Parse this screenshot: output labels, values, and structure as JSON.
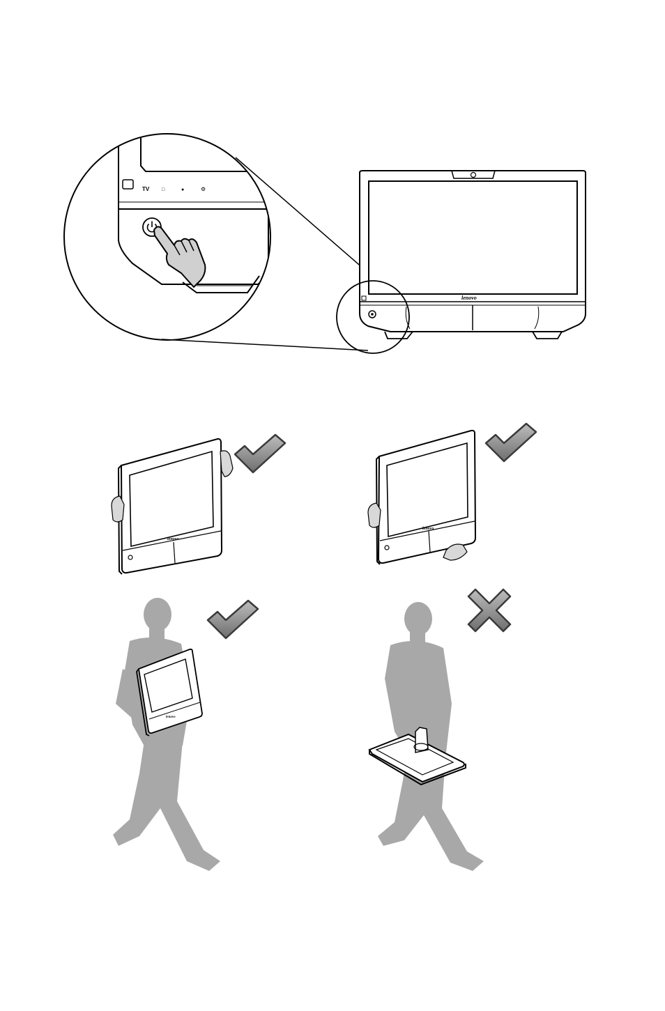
{
  "figure_top": {
    "zoom_labels": {
      "tv": "TV",
      "icon2": "□",
      "icon3": "●",
      "icon4": "⚙"
    },
    "brand": "lenovo",
    "power_icon": "power-icon",
    "hand_icon": "pointing-hand-icon"
  },
  "figure_handling": {
    "panels": [
      {
        "id": "hold-top-corner",
        "verdict": "correct",
        "icon": "checkmark-icon"
      },
      {
        "id": "hold-bottom-edge",
        "verdict": "correct",
        "icon": "checkmark-icon"
      },
      {
        "id": "carry-upright",
        "verdict": "correct",
        "icon": "checkmark-icon"
      },
      {
        "id": "carry-flat",
        "verdict": "incorrect",
        "icon": "cross-icon"
      }
    ],
    "brand": "lenovo"
  },
  "colors": {
    "line": "#000000",
    "check_fill": "#8a8a8a",
    "silhouette": "#a8a8a8",
    "hand_fill": "#d0d0d0"
  }
}
